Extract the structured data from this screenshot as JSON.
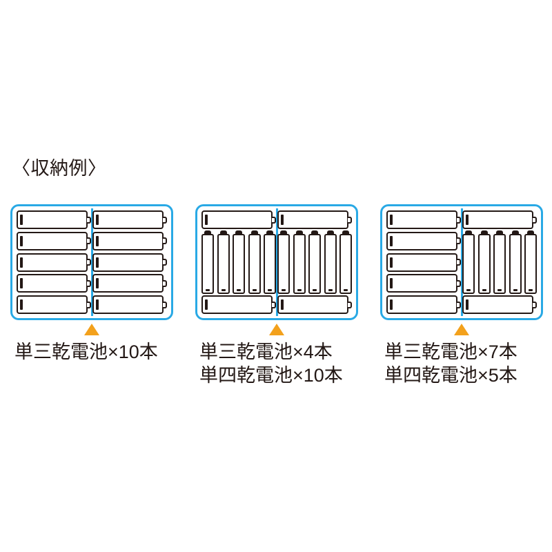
{
  "page": {
    "heading": "〈収納例〉",
    "background_color": "#ffffff",
    "text_color": "#231815",
    "case_border_color": "#29a9e5",
    "arrow_color": "#f3a11c",
    "battery_outline_color": "#231815"
  },
  "examples": [
    {
      "id": "example-1",
      "caption_lines": [
        "単三乾電池×10本"
      ],
      "contents": {
        "aa_count": 10,
        "aaa_count": 0
      },
      "compartments": [
        {
          "side": "left",
          "layout": "rows5",
          "horizontal_batteries": 5,
          "vertical_batteries": 0
        },
        {
          "side": "right",
          "layout": "rows5",
          "horizontal_batteries": 5,
          "vertical_batteries": 0
        }
      ]
    },
    {
      "id": "example-2",
      "caption_lines": [
        "単三乾電池×4本",
        "単四乾電池×10本"
      ],
      "contents": {
        "aa_count": 4,
        "aaa_count": 10
      },
      "compartments": [
        {
          "side": "left",
          "layout": "mixed",
          "horizontal_batteries": 2,
          "vertical_batteries": 5
        },
        {
          "side": "right",
          "layout": "mixed",
          "horizontal_batteries": 2,
          "vertical_batteries": 5
        }
      ]
    },
    {
      "id": "example-3",
      "caption_lines": [
        "単三乾電池×7本",
        "単四乾電池×5本"
      ],
      "contents": {
        "aa_count": 7,
        "aaa_count": 5
      },
      "compartments": [
        {
          "side": "left",
          "layout": "rows5",
          "horizontal_batteries": 5,
          "vertical_batteries": 0
        },
        {
          "side": "right",
          "layout": "mixed",
          "horizontal_batteries": 2,
          "vertical_batteries": 5
        }
      ]
    }
  ],
  "labels": {
    "aa_name": "単三乾電池",
    "aaa_name": "単四乾電池",
    "unit": "本",
    "multiply_sign": "×"
  }
}
